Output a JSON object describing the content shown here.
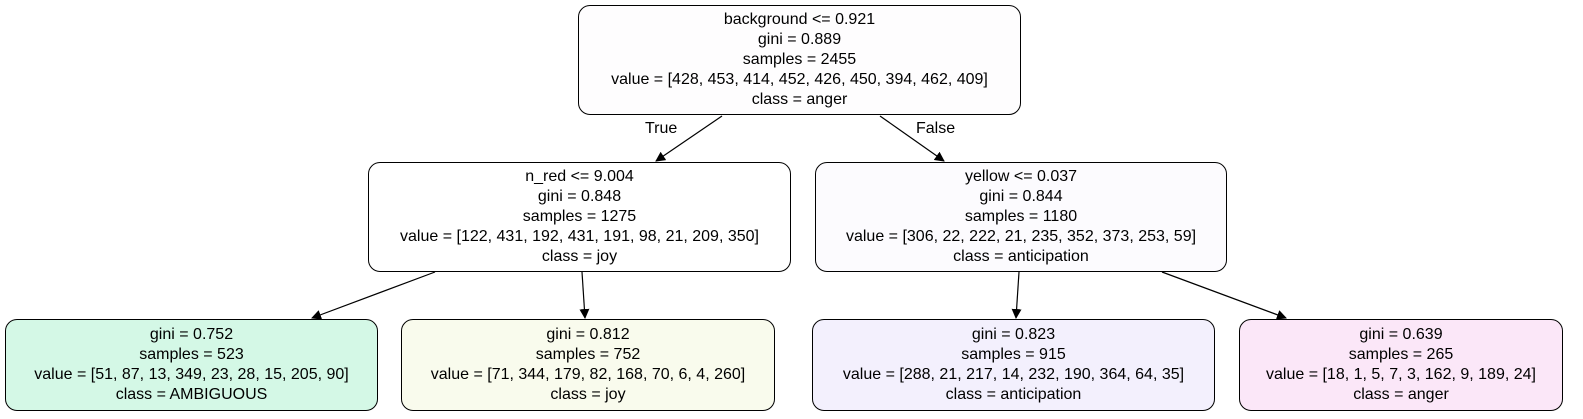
{
  "nodes": {
    "root": {
      "condition": "background <= 0.921",
      "gini": "gini = 0.889",
      "samples": "samples = 2455",
      "value": "value = [428, 453, 414, 452, 426, 450, 394, 462, 409]",
      "class": "class = anger",
      "fill": "#fefdfe"
    },
    "left": {
      "condition": "n_red <= 9.004",
      "gini": "gini = 0.848",
      "samples": "samples = 1275",
      "value": "value = [122, 431, 192, 431, 191, 98, 21, 209, 350]",
      "class": "class = joy",
      "fill": "#ffffff"
    },
    "right": {
      "condition": "yellow <= 0.037",
      "gini": "gini = 0.844",
      "samples": "samples = 1180",
      "value": "value = [306, 22, 222, 21, 235, 352, 373, 253, 59]",
      "class": "class = anticipation",
      "fill": "#fcfbfe"
    },
    "ll": {
      "gini": "gini = 0.752",
      "samples": "samples = 523",
      "value": "value = [51, 87, 13, 349, 23, 28, 15, 205, 90]",
      "class": "class = AMBIGUOUS",
      "fill": "#d4f8e6"
    },
    "lr": {
      "gini": "gini = 0.812",
      "samples": "samples = 752",
      "value": "value = [71, 344, 179, 82, 168, 70, 6, 4, 260]",
      "class": "class = joy",
      "fill": "#f9fbed"
    },
    "rl": {
      "gini": "gini = 0.823",
      "samples": "samples = 915",
      "value": "value = [288, 21, 217, 14, 232, 190, 364, 64, 35]",
      "class": "class = anticipation",
      "fill": "#f3f0fd"
    },
    "rr": {
      "gini": "gini = 0.639",
      "samples": "samples = 265",
      "value": "value = [18, 1, 5, 7, 3, 162, 9, 189, 24]",
      "class": "class = anger",
      "fill": "#fbe7f8"
    }
  },
  "edge_labels": {
    "true": "True",
    "false": "False"
  }
}
